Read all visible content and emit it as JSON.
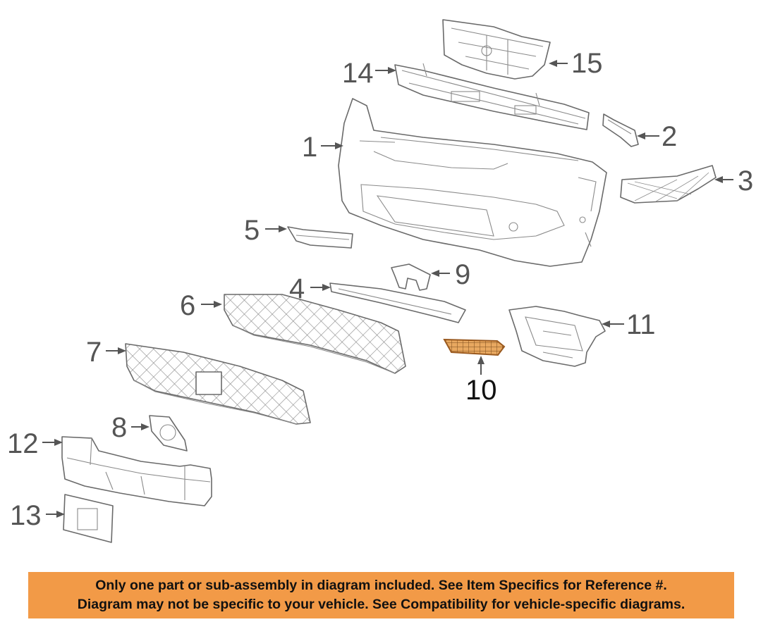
{
  "callouts": {
    "c1": "1",
    "c2": "2",
    "c3": "3",
    "c4": "4",
    "c5": "5",
    "c6": "6",
    "c7": "7",
    "c8": "8",
    "c9": "9",
    "c10": "10",
    "c11": "11",
    "c12": "12",
    "c13": "13",
    "c14": "14",
    "c15": "15"
  },
  "highlighted_part": "10",
  "colors": {
    "banner_bg": "#f29a47",
    "highlight_part": "#e8a860",
    "line_art": "#6a6a6a"
  },
  "banner": {
    "line1": "Only one part or sub-assembly in diagram included. See Item Specifics for Reference #.",
    "line2": "Diagram may not be specific to your vehicle. See Compatibility for vehicle-specific diagrams."
  }
}
